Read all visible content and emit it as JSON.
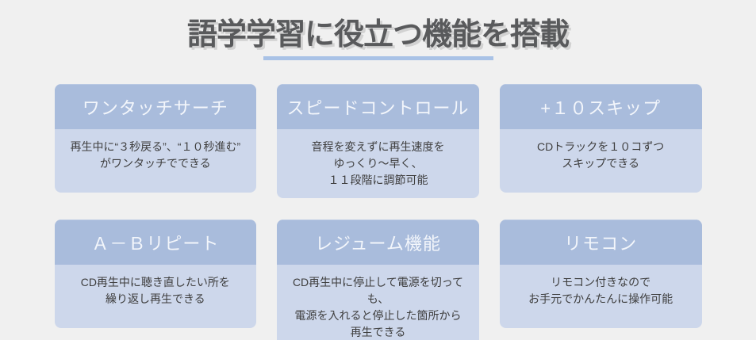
{
  "title": {
    "text": "語学学習に役立つ機能を搭載"
  },
  "features": [
    {
      "title": "ワンタッチサーチ",
      "description": "再生中に“３秒戻る”、“１０秒進む”\nがワンタッチでできる"
    },
    {
      "title": "スピードコントロール",
      "description": "音程を変えずに再生速度を\nゆっくり～早く、\n１１段階に調節可能"
    },
    {
      "title": "+１０スキップ",
      "description": "CDトラックを１０コずつ\nスキップできる"
    },
    {
      "title": "Ａ－Ｂリピート",
      "description": "CD再生中に聴き直したい所を\n繰り返し再生できる"
    },
    {
      "title": "レジューム機能",
      "description": "CD再生中に停止して電源を切っても、\n電源を入れると停止した箇所から\n再生できる"
    },
    {
      "title": "リモコン",
      "description": "リモコン付きなので\nお手元でかんたんに操作可能"
    }
  ],
  "colors": {
    "page_bg": "#f0f0f0",
    "title_color": "#595a5c",
    "underline_color": "#a9c2e6",
    "header_bg": "#a9bcdc",
    "header_text": "#f3f6fb",
    "body_bg": "#cdd7eb",
    "body_text": "#3e3e3e"
  }
}
